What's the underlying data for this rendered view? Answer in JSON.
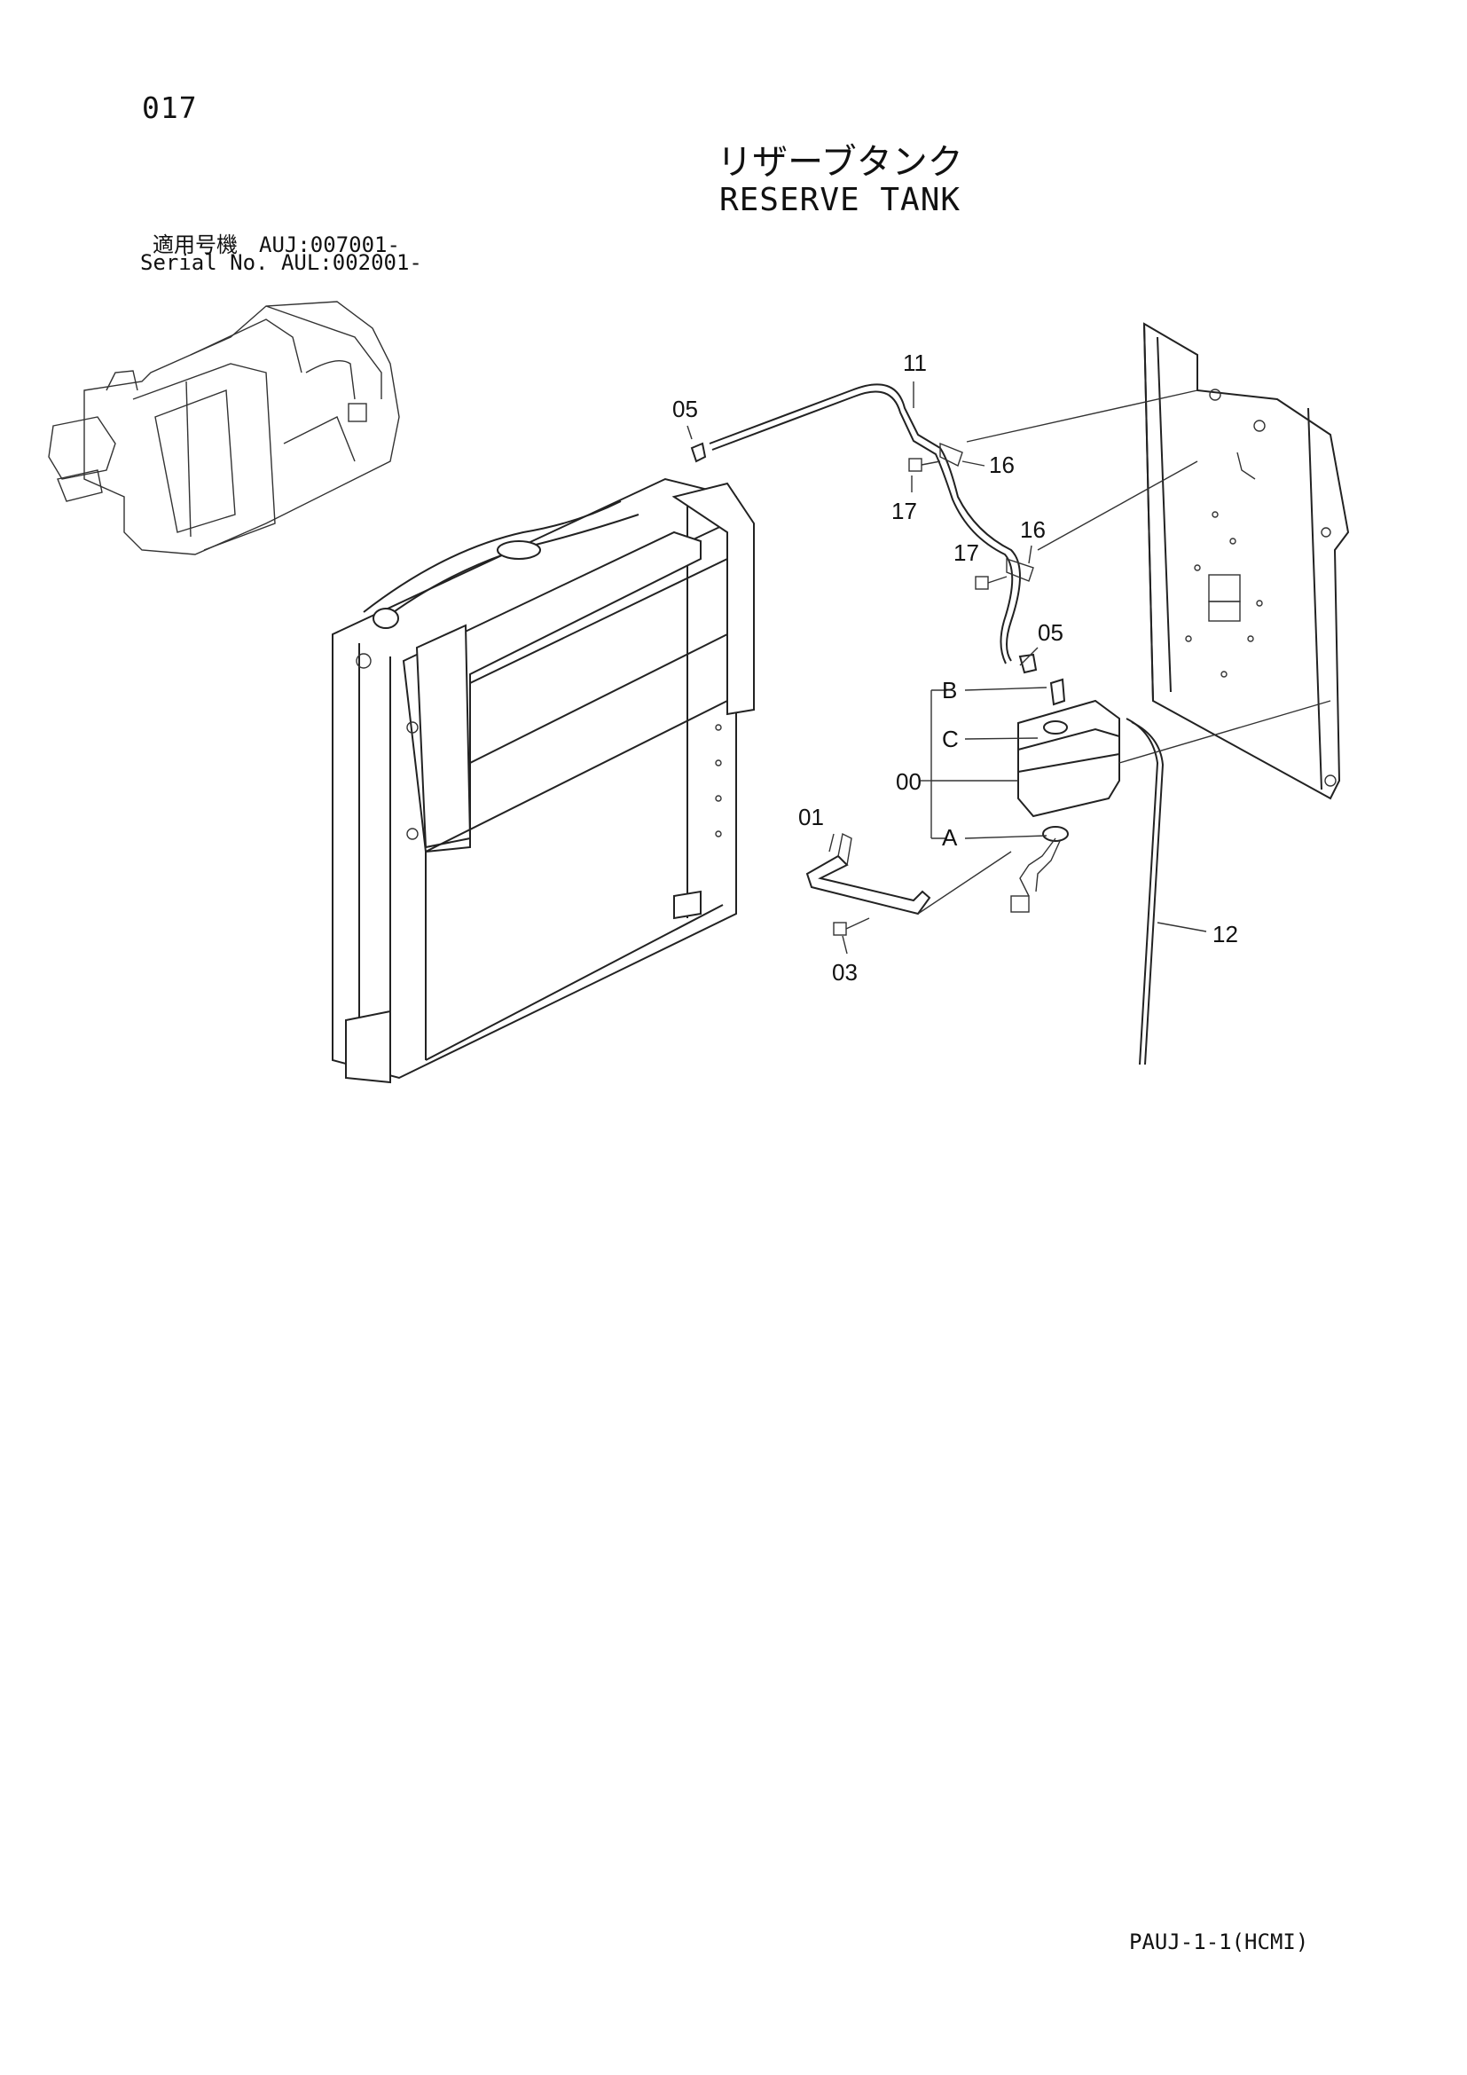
{
  "page_number": "017",
  "title_jp": "リザーブタンク",
  "title_en": "RESERVE TANK",
  "serial_lines": [
    "適用号機　AUJ:007001-",
    "Serial No. AUL:002001-"
  ],
  "footer_code": "PAUJ-1-1(HCMI)",
  "callouts": {
    "p05a": "05",
    "p11": "11",
    "p16a": "16",
    "p17a": "17",
    "p17b": "17",
    "p16b": "16",
    "p05b": "05",
    "pB": "B",
    "pC": "C",
    "p00": "00",
    "pA": "A",
    "p01": "01",
    "p03": "03",
    "p12": "12"
  }
}
